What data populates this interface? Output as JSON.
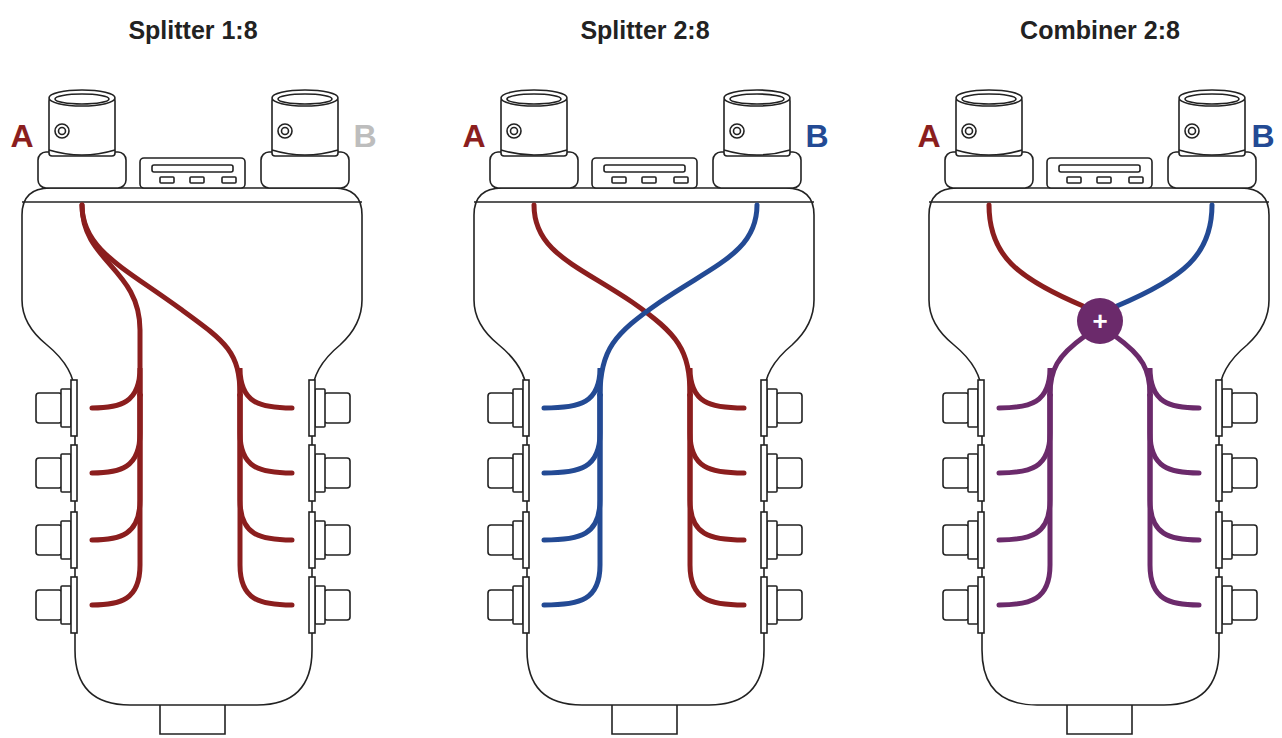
{
  "diagram": {
    "nodes": [
      {
        "text": [
          "+"
        ]
      }
    ],
    "labels": [
      "Splitter 1:8",
      "A",
      "B",
      "Splitter 2:8",
      "A",
      "B",
      "Combiner 2:8",
      "A",
      "B"
    ]
  }
}
